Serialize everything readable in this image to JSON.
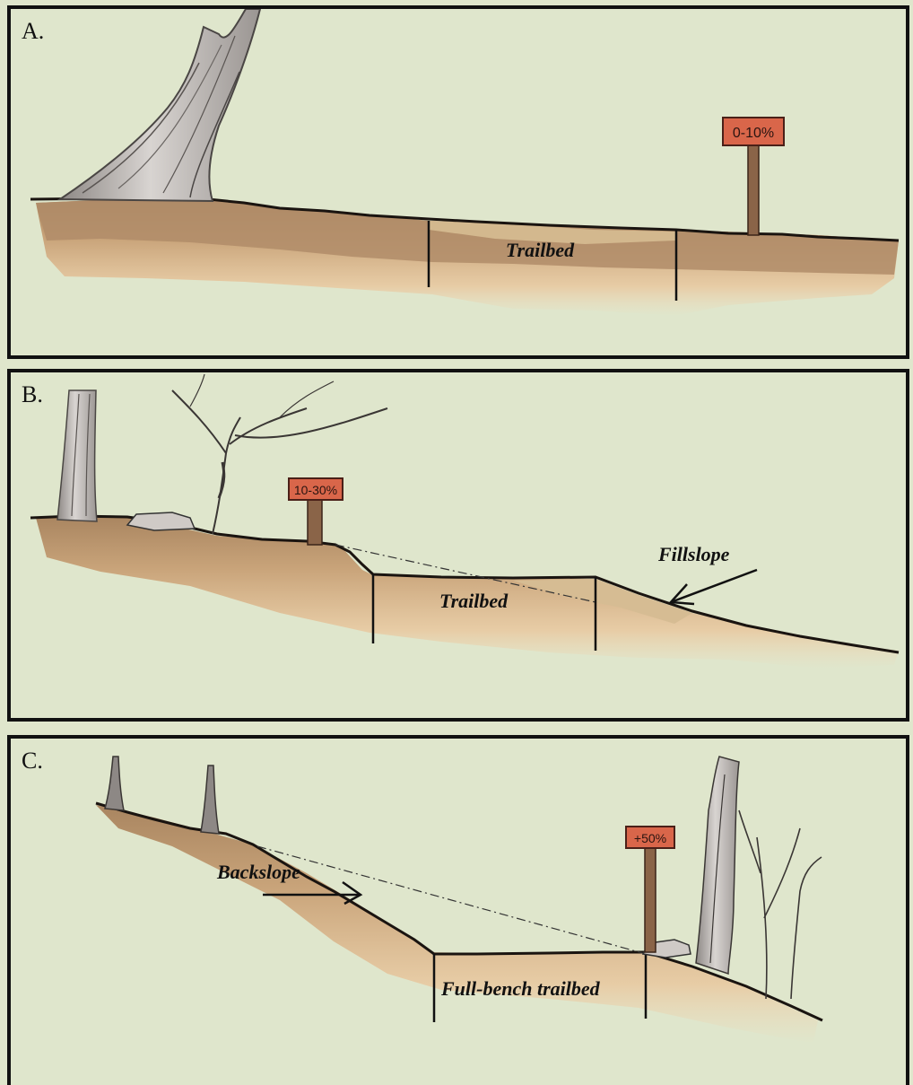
{
  "panels": [
    {
      "letter": "A.",
      "sign": "0-10%",
      "labels": {
        "trailbed": "Trailbed"
      }
    },
    {
      "letter": "B.",
      "sign": "10-30%",
      "labels": {
        "trailbed": "Trailbed",
        "fillslope": "Fillslope"
      }
    },
    {
      "letter": "C.",
      "sign": "+50%",
      "labels": {
        "backslope": "Backslope",
        "full_bench": "Full-bench trailbed"
      }
    }
  ],
  "colors": {
    "background": "#dfe6cc",
    "soil_dark": "#b48e6a",
    "soil_light": "#e7c8a0",
    "sign": "#d9664a",
    "trunk": "#c9c4c0"
  }
}
